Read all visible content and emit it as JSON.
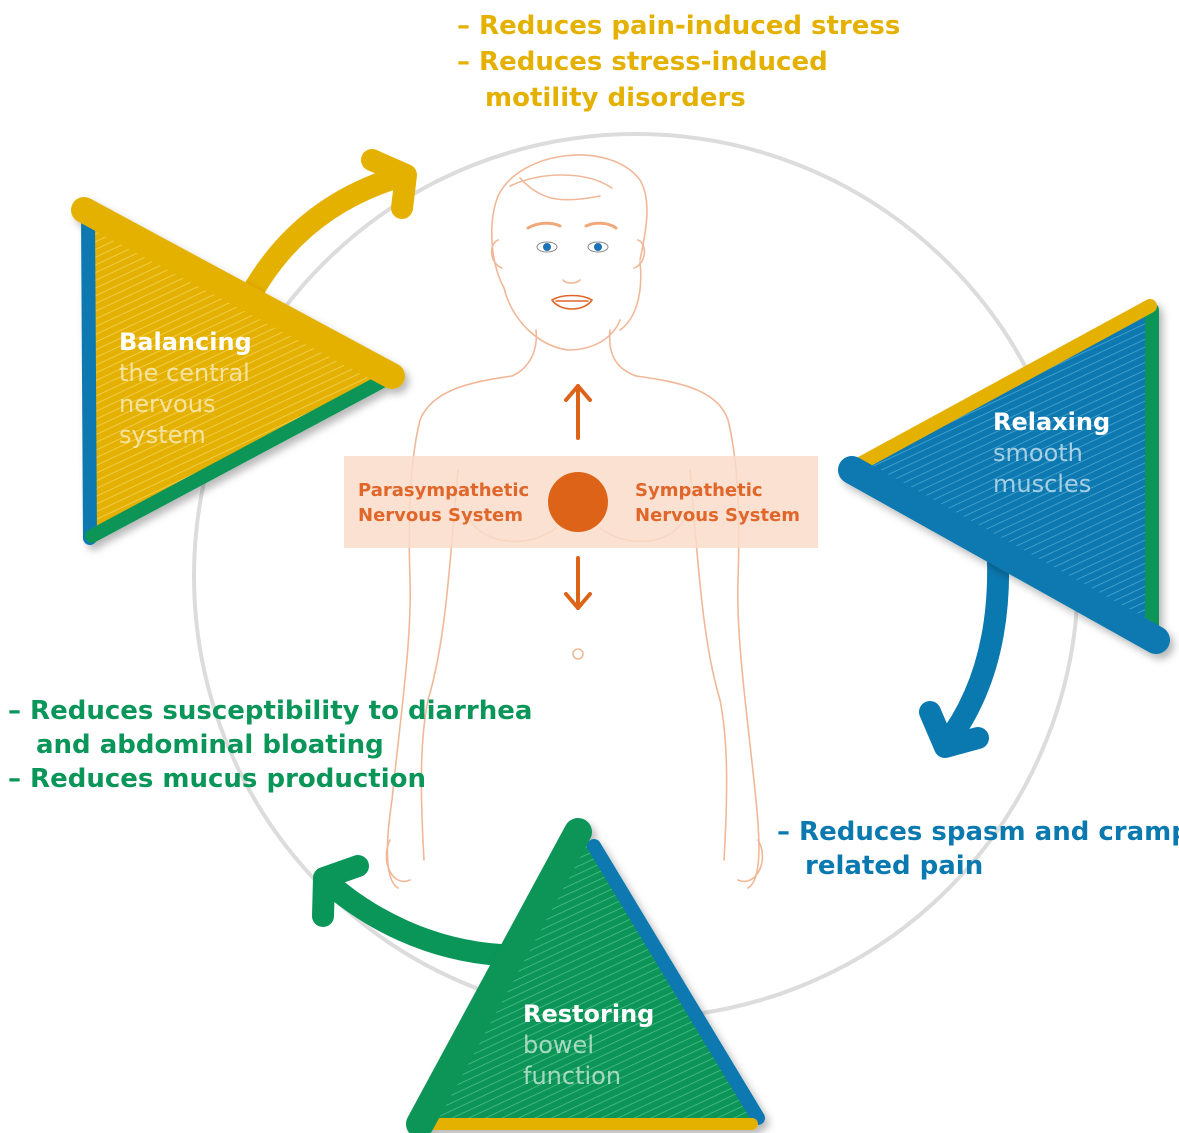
{
  "top_benefits": {
    "line1": "– Reduces pain-induced stress",
    "line2": "– Reduces stress-induced",
    "line3": "motility disorders"
  },
  "left_benefits": {
    "line1": "– Reduces susceptibility to diarrhea",
    "line2": "and abdominal bloating",
    "line3": "– Reduces mucus production"
  },
  "right_benefits": {
    "line1": "– Reduces spasm and cramp",
    "line2": "related pain"
  },
  "balancing": {
    "title": "Balancing",
    "line1": "the central",
    "line2": "nervous",
    "line3": "system"
  },
  "relaxing": {
    "title": "Relaxing",
    "line1": "smooth",
    "line2": "muscles"
  },
  "restoring": {
    "title": "Restoring",
    "line1": "bowel",
    "line2": "function"
  },
  "center": {
    "left_line1": "Parasympathetic",
    "left_line2": "Nervous System",
    "right_line1": "Sympathetic",
    "right_line2": "Nervous System"
  },
  "colors": {
    "yellow": "#e5b100",
    "blue": "#0a79b0",
    "green": "#0a9559",
    "orange": "#dd6318",
    "orange_light": "#f9dcc9",
    "circle": "#dcdcdc",
    "body_outline": "#f0b898"
  }
}
